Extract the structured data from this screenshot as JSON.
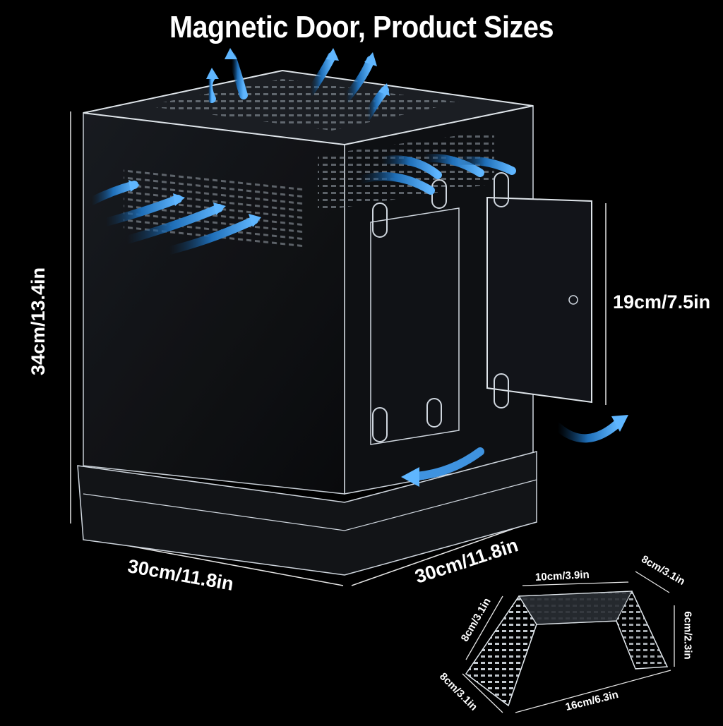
{
  "title": "Magnetic Door, Product Sizes",
  "enclosure": {
    "height_label": "34cm/13.4in",
    "width_label": "30cm/11.8in",
    "depth_label": "30cm/11.8in",
    "door_height_label": "19cm/7.5in"
  },
  "hide": {
    "top_width_label": "10cm/3.9in",
    "top_right_label": "8cm/3.1in",
    "height_label": "6cm/2.3in",
    "slope_label": "8cm/3.1in",
    "base_left_label": "8cm/3.1in",
    "base_length_label": "16cm/6.3in"
  },
  "colors": {
    "background": "#000000",
    "airflow_arrow": "#2f8fe0",
    "acrylic_edge": "#cfd6de",
    "text": "#ffffff"
  },
  "icons": [
    "airflow-arrow-icon",
    "door-swing-arrow-icon"
  ]
}
